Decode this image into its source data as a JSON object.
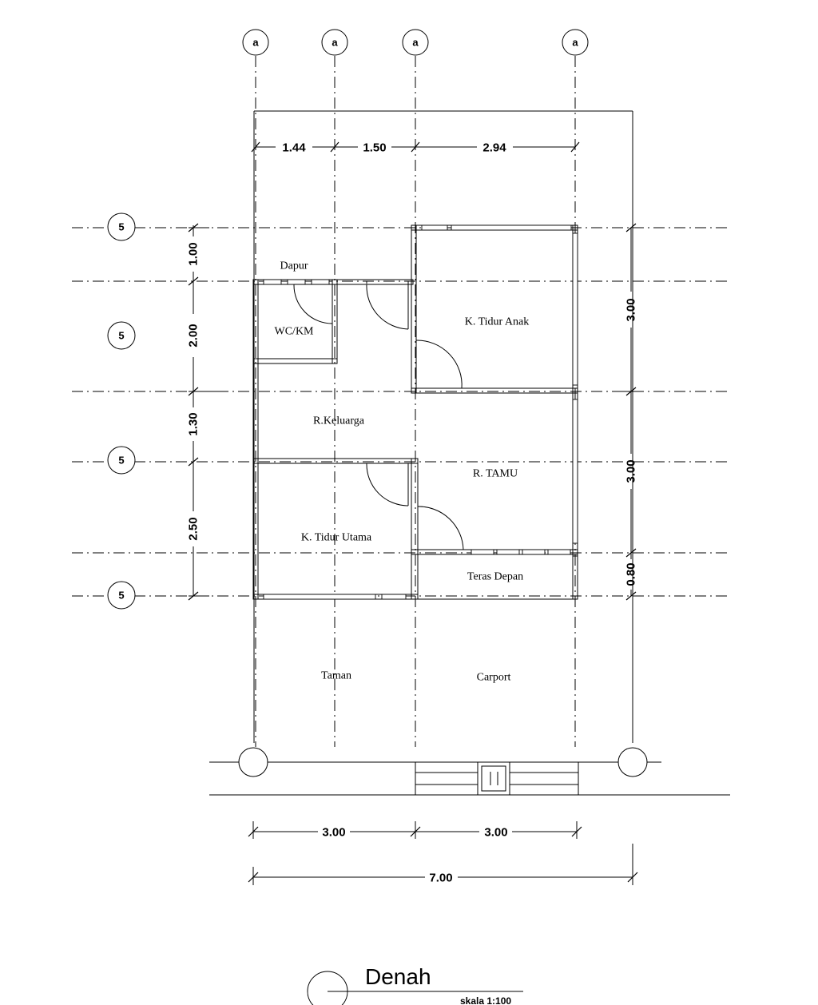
{
  "grid": {
    "column_label": "a",
    "row_label": "5"
  },
  "dimensions": {
    "top": [
      "1.44",
      "1.50",
      "2.94"
    ],
    "left": [
      "1.00",
      "2.00",
      "1.30",
      "2.50"
    ],
    "right": [
      "3.00",
      "3.00",
      "0.80"
    ],
    "bottom": [
      "3.00",
      "3.00"
    ],
    "total": "7.00"
  },
  "rooms": {
    "dapur": "Dapur",
    "wc": "WC/KM",
    "tidur_anak": "K. Tidur Anak",
    "keluarga": "R.Keluarga",
    "tamu": "R. TAMU",
    "tidur_utama": "K. Tidur Utama",
    "teras": "Teras Depan",
    "taman": "Taman",
    "carport": "Carport"
  },
  "title": {
    "name": "Denah",
    "scale": "skala 1:100"
  }
}
